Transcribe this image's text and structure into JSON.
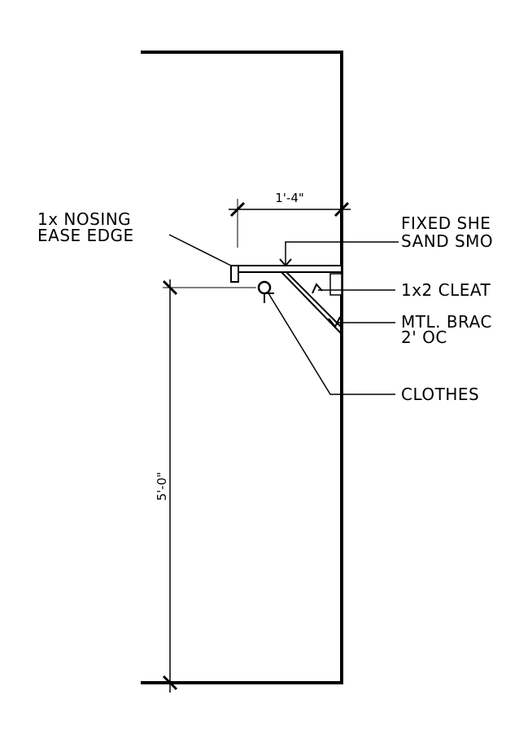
{
  "drawing": {
    "colors": {
      "ink": "#000000",
      "paper": "#ffffff"
    },
    "dimensions": {
      "shelf_depth": "1'-4\"",
      "rod_height": "5'-0\""
    },
    "labels": {
      "nosing_line1": "1x NOSING",
      "nosing_line2": "EASE EDGE",
      "shelf_line1": "FIXED SHE",
      "shelf_line2": "SAND SMO",
      "cleat": "1x2 CLEAT",
      "bracket_line1": "MTL. BRAC",
      "bracket_line2": "2' OC",
      "rod": "CLOTHES"
    }
  }
}
